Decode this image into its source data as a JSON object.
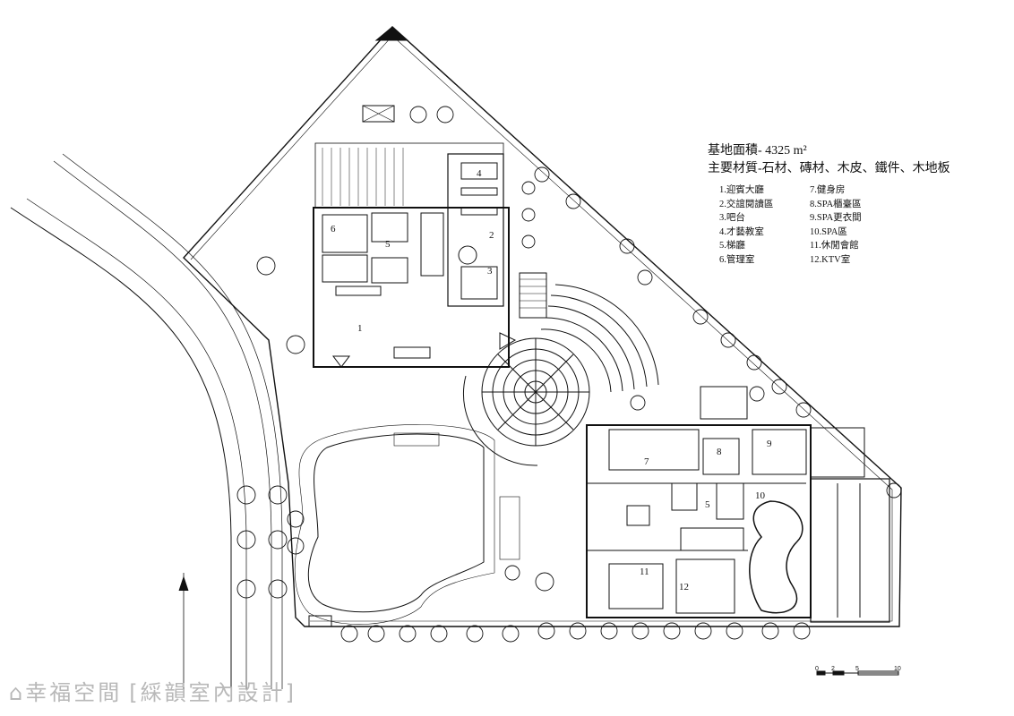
{
  "title": "基地面積- 4325 m²",
  "materials": "主要材質-石材、磚材、木皮、鐵件、木地板",
  "legend_left": [
    "1.迎賓大廳",
    "2.交誼閱讀區",
    "3.吧台",
    "4.才藝教室",
    "5.梯廳",
    "6.管理室"
  ],
  "legend_right": [
    "7.健身房",
    "8.SPA櫃臺區",
    "9.SPA更衣間",
    "10.SPA區",
    "11.休閒會館",
    "12.KTV室"
  ],
  "room_numbers": [
    "1",
    "2",
    "3",
    "4",
    "5",
    "6",
    "7",
    "8",
    "9",
    "10",
    "11",
    "12",
    "5"
  ],
  "scale_labels": [
    "0",
    "2",
    "5",
    "10"
  ],
  "watermark": {
    "brand": "幸福空間",
    "designer": "[綵韻室內設計]"
  },
  "colors": {
    "line": "#111111",
    "watermark": "#b8b8b8"
  }
}
